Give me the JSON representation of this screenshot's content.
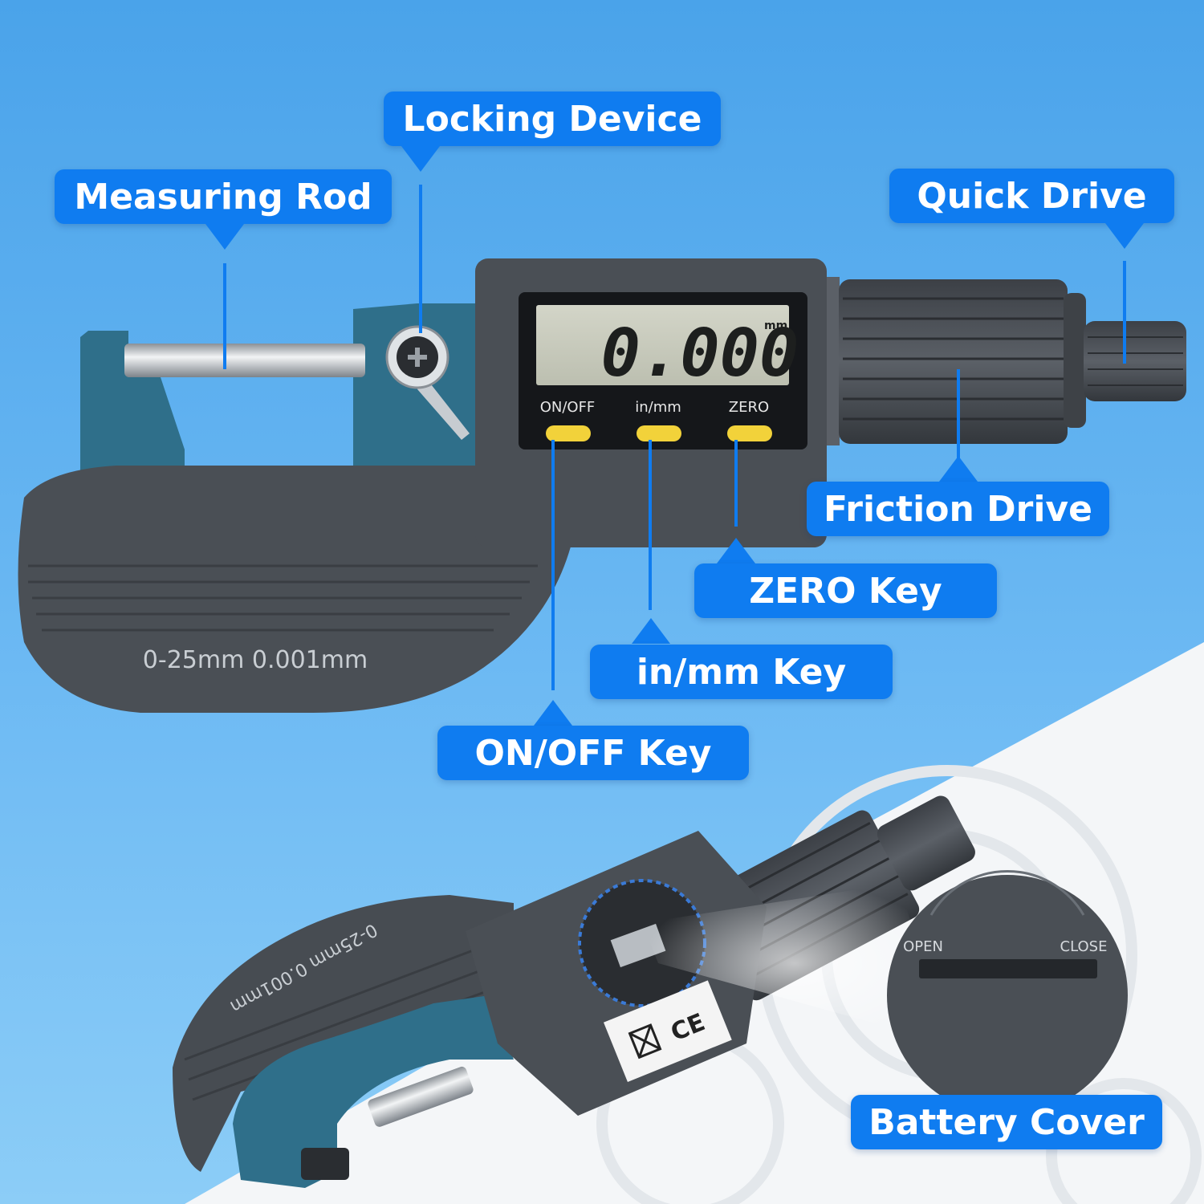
{
  "callouts": {
    "measuring_rod": "Measuring Rod",
    "locking_device": "Locking Device",
    "quick_drive": "Quick Drive",
    "friction_drive": "Friction Drive",
    "zero_key": "ZERO Key",
    "inmm_key": "in/mm Key",
    "onoff_key": "ON/OFF Key",
    "battery_cover": "Battery Cover"
  },
  "display": {
    "reading": "0.000",
    "unit": "mm",
    "btn_onoff": "ON/OFF",
    "btn_inmm": "in/mm",
    "btn_zero": "ZERO"
  },
  "frame_engraving": "0-25mm 0.001mm",
  "rear_engraving": "0-25mm 0.001mm",
  "battery_cover": {
    "open": "OPEN",
    "close": "CLOSE"
  },
  "ce_mark": "CE",
  "colors": {
    "callout_blue": "#0f7cf0",
    "frame_blue": "#2f6f8a",
    "body_gray": "#4a4f55",
    "button_yellow": "#f2d23a",
    "lcd": "#c9cbbd"
  }
}
